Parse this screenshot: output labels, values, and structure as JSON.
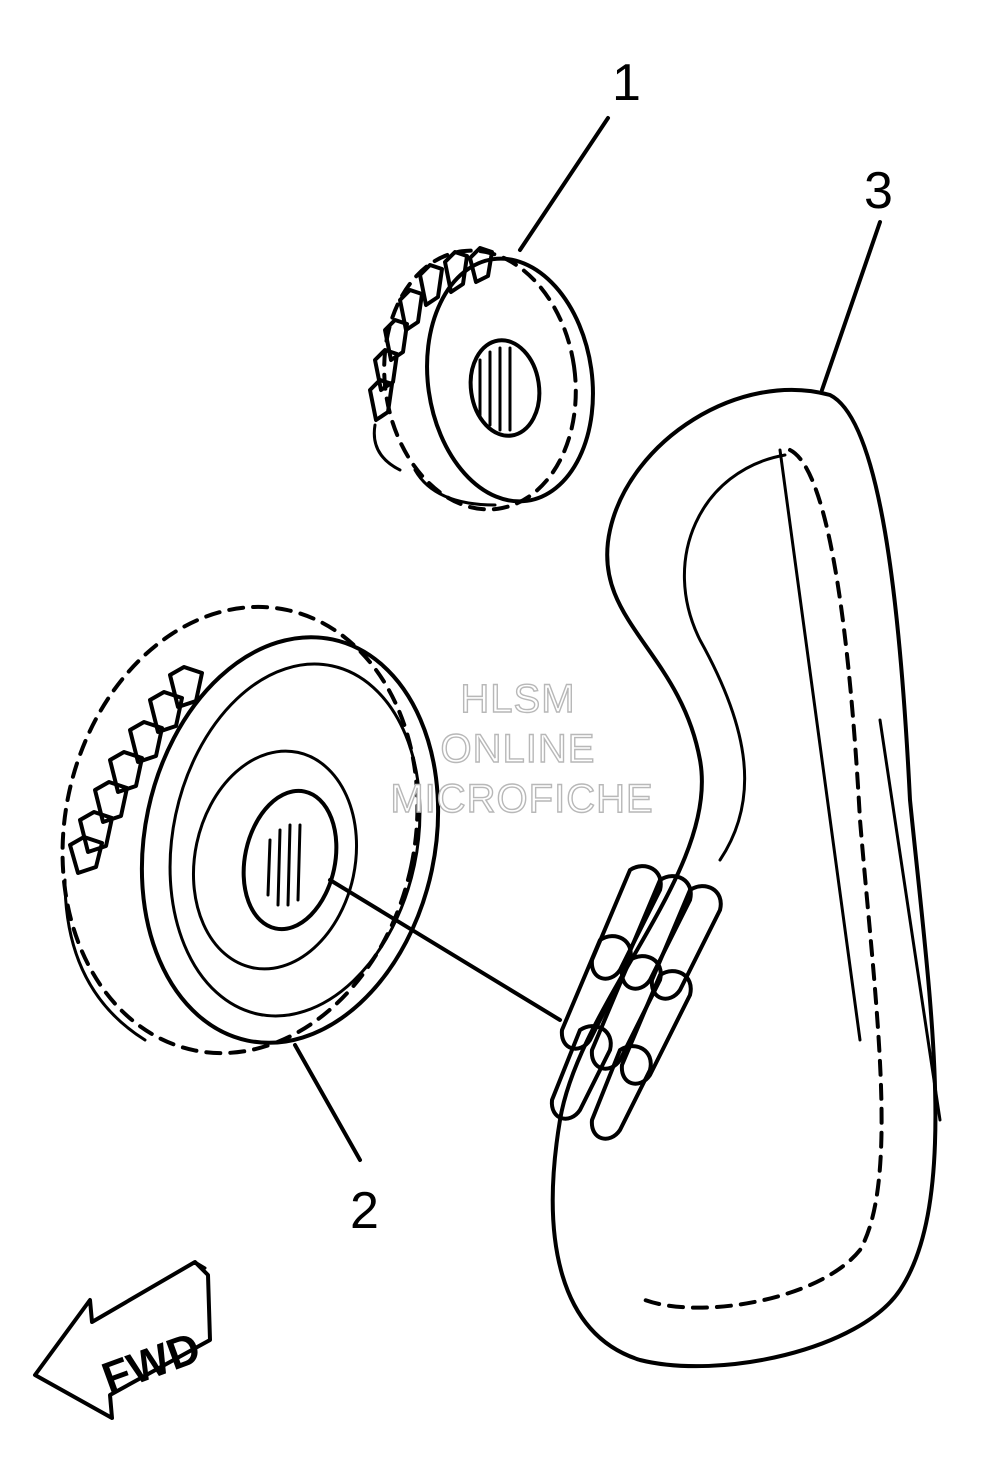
{
  "callouts": {
    "part1": "1",
    "part2": "2",
    "part3": "3"
  },
  "direction_label": "FWD",
  "watermark": {
    "line1": "HLSM",
    "line2": "ONLINE",
    "line3": "MICROFICHE"
  },
  "colors": {
    "ink": "#000000",
    "background": "#ffffff",
    "watermark_outline": "#b8b8b8"
  }
}
